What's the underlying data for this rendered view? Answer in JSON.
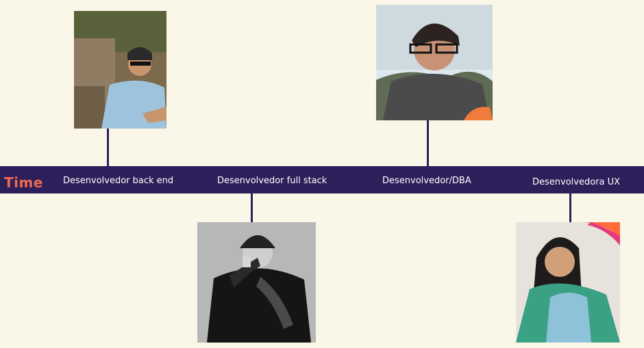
{
  "timeline": {
    "title": "Time",
    "members": [
      {
        "role": "Desenvolvedor back end",
        "photo": "person-on-rocks-photo"
      },
      {
        "role": "Desenvolvedor full stack",
        "photo": "person-drinking-photo"
      },
      {
        "role": "Desenvolvedor/DBA",
        "photo": "person-smiling-photo"
      },
      {
        "role": "Desenvolvedora UX",
        "photo": "woman-smiling-photo"
      }
    ]
  }
}
